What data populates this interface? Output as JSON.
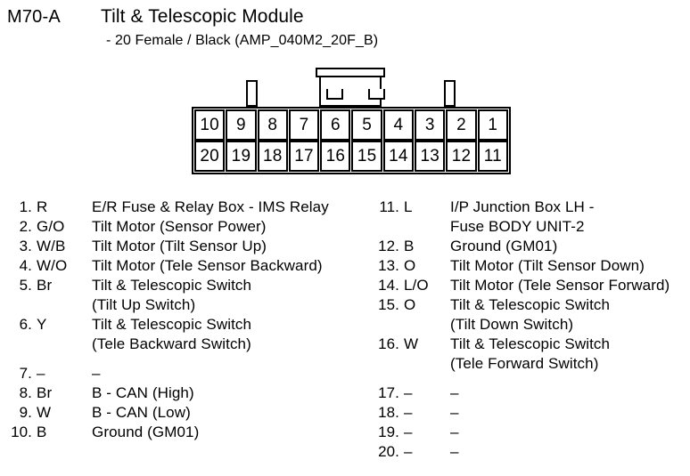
{
  "header": {
    "module_code": "M70-A",
    "title": "Tilt & Telescopic Module",
    "subtitle": "- 20 Female / Black (AMP_040M2_20F_B)"
  },
  "connector": {
    "top_row": [
      "10",
      "9",
      "8",
      "7",
      "6",
      "5",
      "4",
      "3",
      "2",
      "1"
    ],
    "bottom_row": [
      "20",
      "19",
      "18",
      "17",
      "16",
      "15",
      "14",
      "13",
      "12",
      "11"
    ],
    "keying_tabs": [
      "tab-above-pin-9",
      "tab-above-pin-2"
    ],
    "latch": "center-latch"
  },
  "pins": {
    "left": [
      {
        "id": "1.",
        "color": "R",
        "lines": [
          "E/R Fuse & Relay Box - IMS Relay"
        ]
      },
      {
        "id": "2.",
        "color": "G/O",
        "lines": [
          "Tilt Motor (Sensor Power)"
        ]
      },
      {
        "id": "3.",
        "color": "W/B",
        "lines": [
          "Tilt Motor (Tilt Sensor Up)"
        ]
      },
      {
        "id": "4.",
        "color": "W/O",
        "lines": [
          "Tilt Motor (Tele Sensor Backward)"
        ]
      },
      {
        "id": "5.",
        "color": "Br",
        "lines": [
          "Tilt & Telescopic Switch",
          "(Tilt Up Switch)"
        ]
      },
      {
        "id": "6.",
        "color": "Y",
        "lines": [
          "Tilt & Telescopic Switch",
          "(Tele Backward Switch)"
        ]
      },
      {
        "id": "7.",
        "color": "–",
        "lines": [
          "–"
        ]
      },
      {
        "id": "8.",
        "color": "Br",
        "lines": [
          "B - CAN (High)"
        ]
      },
      {
        "id": "9.",
        "color": "W",
        "lines": [
          "B - CAN (Low)"
        ]
      },
      {
        "id": "10.",
        "color": "B",
        "lines": [
          "Ground (GM01)"
        ]
      }
    ],
    "right": [
      {
        "id": "11.",
        "color": "L",
        "lines": [
          "I/P Junction Box LH -",
          "Fuse BODY UNIT-2"
        ]
      },
      {
        "id": "12.",
        "color": "B",
        "lines": [
          "Ground (GM01)"
        ]
      },
      {
        "id": "13.",
        "color": "O",
        "lines": [
          "Tilt Motor (Tilt Sensor Down)"
        ]
      },
      {
        "id": "14.",
        "color": "L/O",
        "lines": [
          "Tilt Motor (Tele Sensor Forward)"
        ]
      },
      {
        "id": "15.",
        "color": "O",
        "lines": [
          "Tilt & Telescopic Switch",
          "(Tilt Down Switch)"
        ]
      },
      {
        "id": "16.",
        "color": "W",
        "lines": [
          "Tilt & Telescopic Switch",
          "(Tele Forward Switch)"
        ]
      },
      {
        "id": "17.",
        "color": "–",
        "lines": [
          "–"
        ]
      },
      {
        "id": "18.",
        "color": "–",
        "lines": [
          "–"
        ]
      },
      {
        "id": "19.",
        "color": "–",
        "lines": [
          "–"
        ]
      },
      {
        "id": "20.",
        "color": "–",
        "lines": [
          "–"
        ]
      }
    ]
  },
  "colors": {
    "ink": "#000000",
    "paper": "#ffffff"
  }
}
